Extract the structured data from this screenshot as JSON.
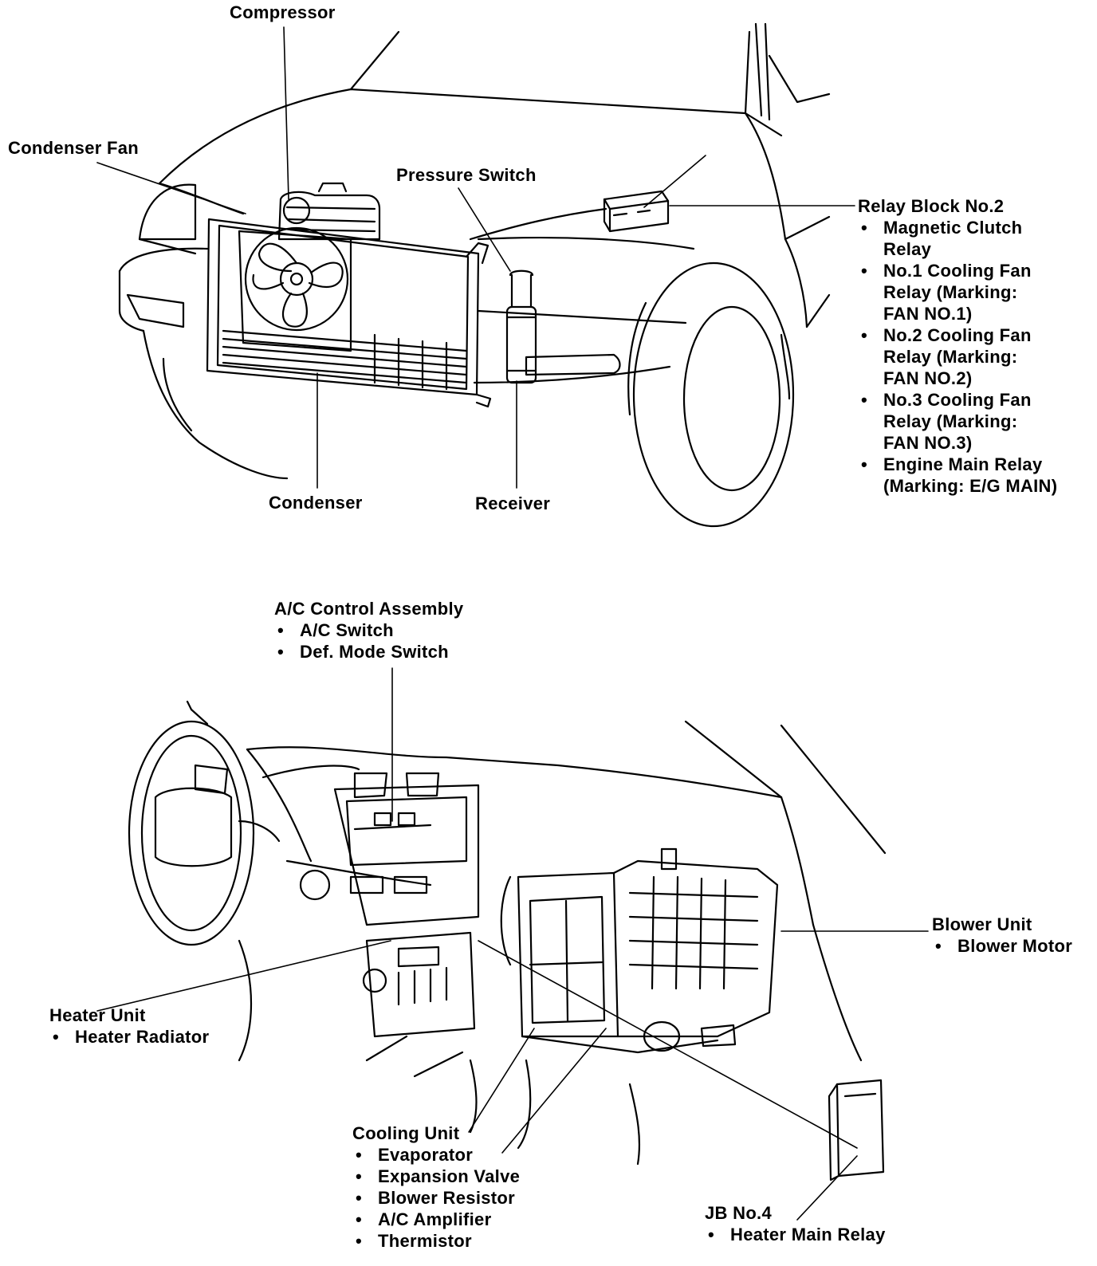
{
  "labels": {
    "compressor": "Compressor",
    "condenser_fan": "Condenser Fan",
    "pressure_switch": "Pressure Switch",
    "relay_block": {
      "title": "Relay Block No.2",
      "items": [
        [
          "Magnetic Clutch",
          "Relay"
        ],
        [
          "No.1 Cooling Fan",
          "Relay (Marking:",
          "FAN NO.1)"
        ],
        [
          "No.2 Cooling Fan",
          "Relay (Marking:",
          "FAN NO.2)"
        ],
        [
          "No.3 Cooling Fan",
          "Relay (Marking:",
          "FAN NO.3)"
        ],
        [
          "Engine Main Relay",
          "(Marking: E/G MAIN)"
        ]
      ]
    },
    "condenser": "Condenser",
    "receiver": "Receiver",
    "ac_control": {
      "title": "A/C Control Assembly",
      "items": [
        "A/C Switch",
        "Def. Mode Switch"
      ]
    },
    "blower_unit": {
      "title": "Blower Unit",
      "items": [
        "Blower Motor"
      ]
    },
    "heater_unit": {
      "title": "Heater Unit",
      "items": [
        "Heater Radiator"
      ]
    },
    "cooling_unit": {
      "title": "Cooling Unit",
      "items": [
        "Evaporator",
        "Expansion Valve",
        "Blower Resistor",
        "A/C Amplifier",
        "Thermistor"
      ]
    },
    "jb4": {
      "title": "JB No.4",
      "items": [
        "Heater Main Relay"
      ]
    }
  },
  "colors": {
    "ink": "#000000",
    "paper": "#ffffff"
  }
}
